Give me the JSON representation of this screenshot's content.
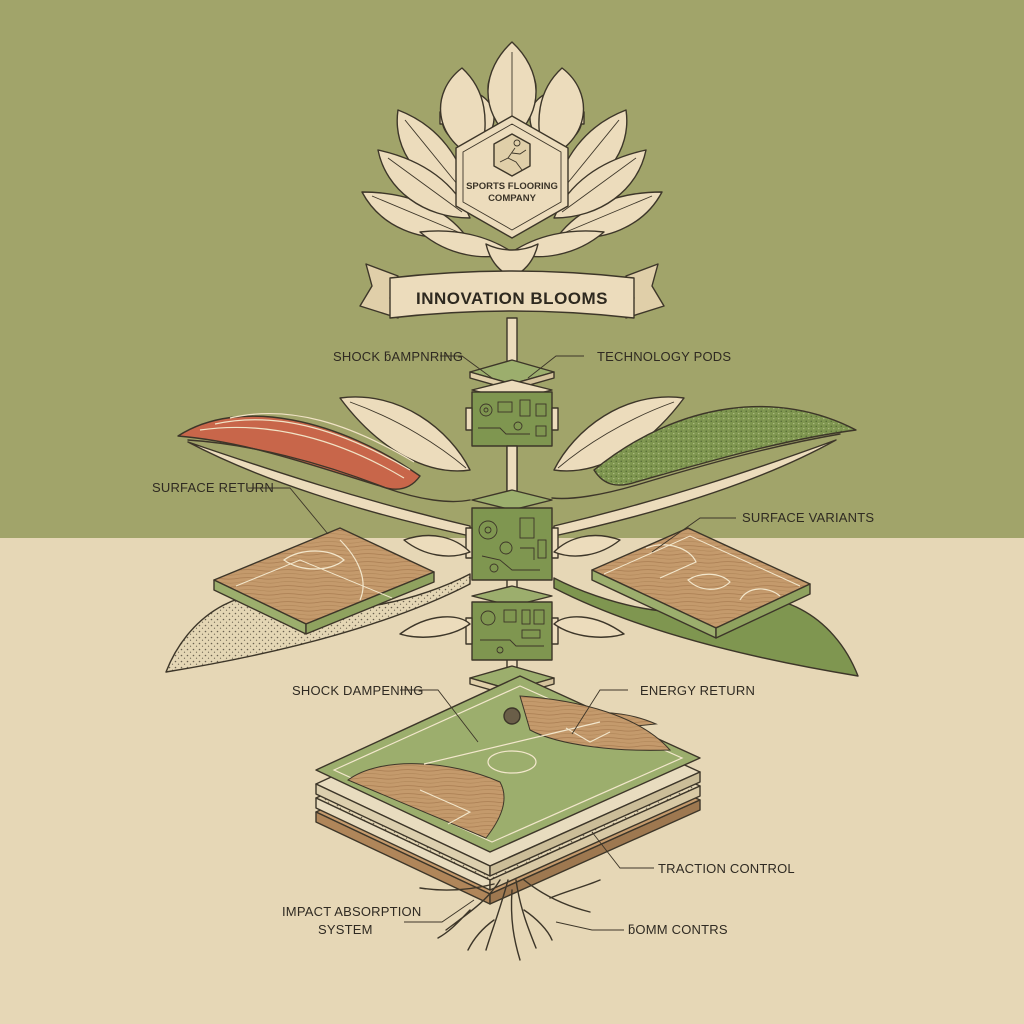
{
  "colors": {
    "sky": "#a1a46a",
    "ground": "#e6d7b6",
    "petal": "#ecdcbc",
    "ink": "#3d3629",
    "track": "#c8664a",
    "turf": "#7f9650",
    "wood": "#c49a6c",
    "court_green": "#9cae6d"
  },
  "logo": {
    "line1": "SPORTS FLOORING",
    "line2": "COMPANY",
    "icon": "running-figure-icon"
  },
  "banner": {
    "text": "INNOVATION BLOOMS"
  },
  "labels": {
    "shock_top": "SHOCK ƃAMPNRING",
    "technology_pods": "TECHNOLOGY PODS",
    "surface_return": "SURFACE RETURN",
    "surface_variants": "SURFACE VARIANTS",
    "shock_dampening": "SHOCK DAMPENING",
    "energy_return": "ENERGY RETURN",
    "traction_control": "TRACTION CONTROL",
    "impact_line1": "IMPACT ABSORPTION",
    "impact_line2": "SYSTEM",
    "gomm": "ƃOMM CONTRS"
  }
}
